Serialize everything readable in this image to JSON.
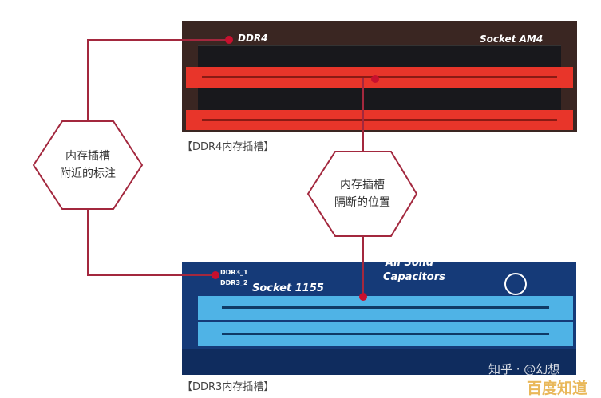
{
  "top_photo": {
    "brand_label": "DDR4",
    "socket_label": "Socket AM4",
    "caption": "【DDR4内存插槽】"
  },
  "bottom_photo": {
    "slot_label_1": "DDR3_1",
    "slot_label_2": "DDR3_2",
    "socket_label": "Socket 1155",
    "capacitor_label_1": "All Solid",
    "capacitor_label_2": "Capacitors",
    "caption": "【DDR3内存插槽】"
  },
  "callouts": {
    "left": {
      "line1": "内存插槽",
      "line2": "附近的标注"
    },
    "right": {
      "line1": "内存插槽",
      "line2": "隔断的位置"
    }
  },
  "watermarks": {
    "zhihu": "知乎 · @幻想",
    "baidu": "百度知道"
  },
  "colors": {
    "accent": "#a3283e",
    "ddr4_slot_red": "#e8352a",
    "ddr4_slot_black": "#1a1a1e",
    "ddr3_slot_blue": "#4fb3e6",
    "board_blue": "#153a78"
  }
}
